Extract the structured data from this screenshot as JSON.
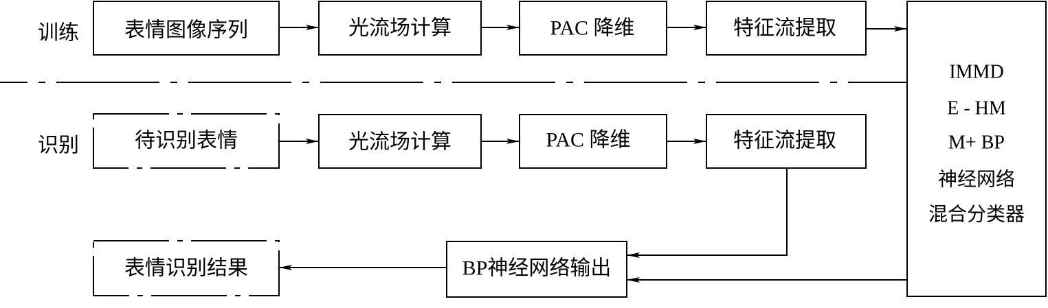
{
  "colors": {
    "ink": "#000000",
    "paper": "#ffffff"
  },
  "diagram": {
    "row_labels": {
      "training": "训练",
      "recognition": "识别"
    },
    "training_row": [
      "表情图像序列",
      "光流场计算",
      "PAC 降维",
      "特征流提取"
    ],
    "recognition_row": [
      "待识别表情",
      "光流场计算",
      "PAC 降维",
      "特征流提取"
    ],
    "classifier_lines": [
      "IMMD",
      "E - HM",
      "M+ BP",
      "神经网络",
      "混合分类器"
    ],
    "output_row": {
      "bp_output": "BP神经网络输出",
      "result": "表情识别结果"
    }
  }
}
